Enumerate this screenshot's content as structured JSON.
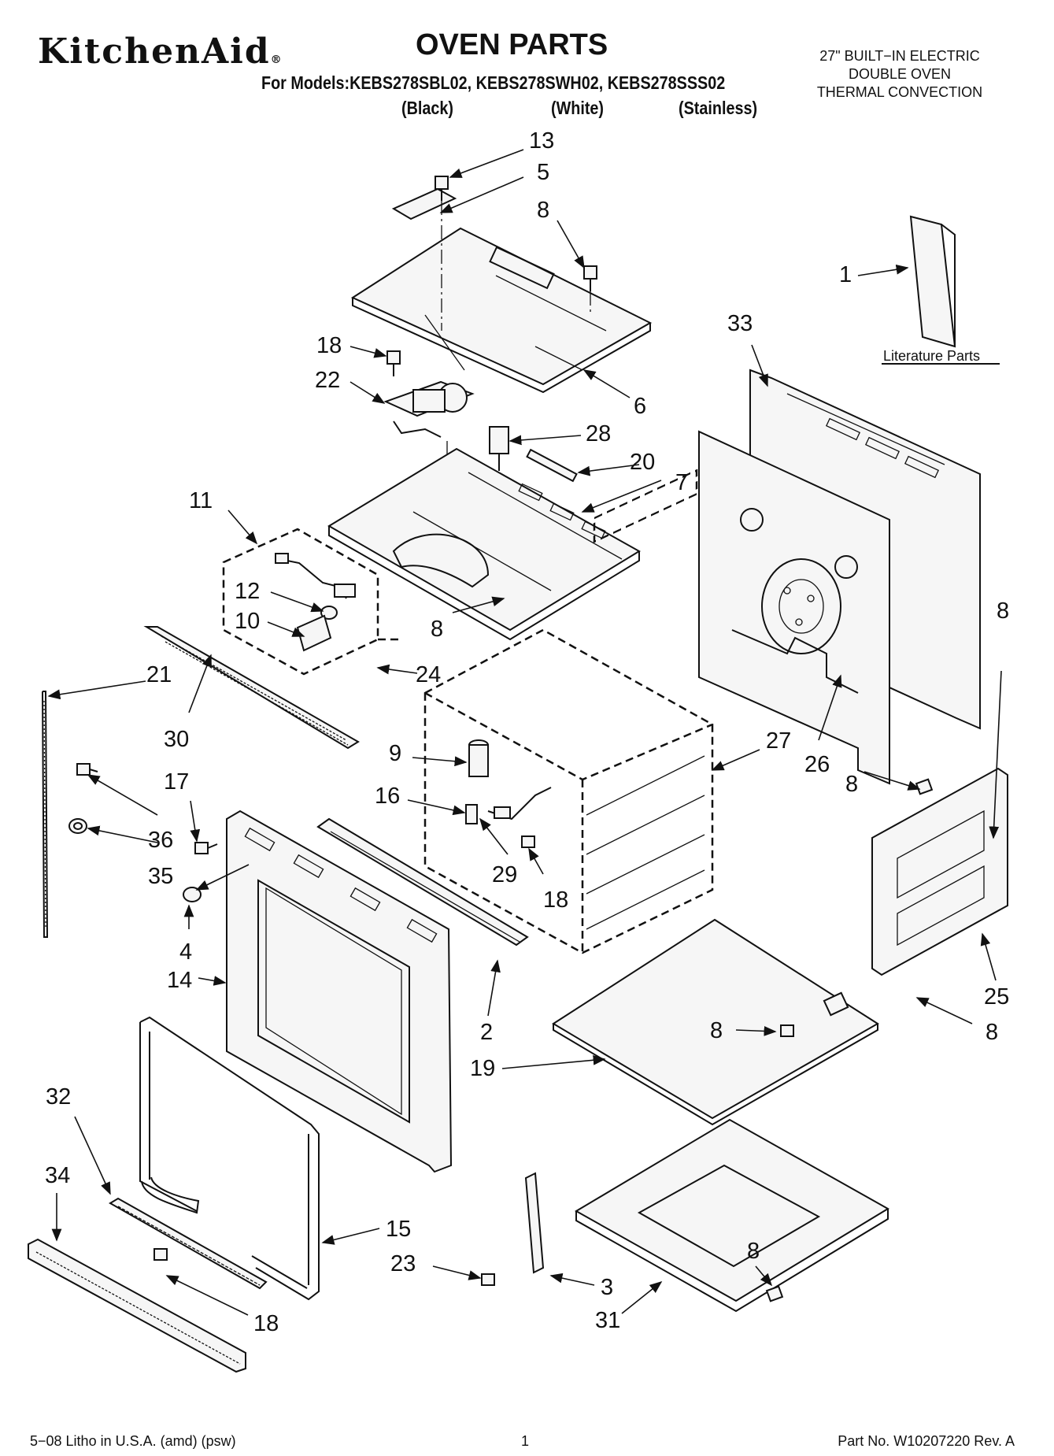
{
  "header": {
    "brand": "KitchenAid",
    "brand_mark": "®",
    "title": "OVEN PARTS",
    "models_line": "For Models:KEBS278SBL02, KEBS278SWH02, KEBS278SSS02",
    "variants": [
      "(Black)",
      "(White)",
      "(Stainless)"
    ],
    "description": [
      "27\" BUILT−IN ELECTRIC",
      "DOUBLE OVEN",
      "THERMAL CONVECTION"
    ]
  },
  "literature_label": "Literature Parts",
  "callouts": [
    {
      "id": "c13",
      "text": "13"
    },
    {
      "id": "c5",
      "text": "5"
    },
    {
      "id": "c8a",
      "text": "8"
    },
    {
      "id": "c1",
      "text": "1"
    },
    {
      "id": "c33",
      "text": "33"
    },
    {
      "id": "c18a",
      "text": "18"
    },
    {
      "id": "c22",
      "text": "22"
    },
    {
      "id": "c6",
      "text": "6"
    },
    {
      "id": "c28",
      "text": "28"
    },
    {
      "id": "c20",
      "text": "20"
    },
    {
      "id": "c7",
      "text": "7"
    },
    {
      "id": "c11",
      "text": "11"
    },
    {
      "id": "c12",
      "text": "12"
    },
    {
      "id": "c10",
      "text": "10"
    },
    {
      "id": "c8b",
      "text": "8"
    },
    {
      "id": "c24",
      "text": "24"
    },
    {
      "id": "c8c",
      "text": "8"
    },
    {
      "id": "c21",
      "text": "21"
    },
    {
      "id": "c30",
      "text": "30"
    },
    {
      "id": "c9",
      "text": "9"
    },
    {
      "id": "c27",
      "text": "27"
    },
    {
      "id": "c26",
      "text": "26"
    },
    {
      "id": "c8d",
      "text": "8"
    },
    {
      "id": "c17",
      "text": "17"
    },
    {
      "id": "c16",
      "text": "16"
    },
    {
      "id": "c36",
      "text": "36"
    },
    {
      "id": "c35",
      "text": "35"
    },
    {
      "id": "c29",
      "text": "29"
    },
    {
      "id": "c18b",
      "text": "18"
    },
    {
      "id": "c4",
      "text": "4"
    },
    {
      "id": "c14",
      "text": "14"
    },
    {
      "id": "c2",
      "text": "2"
    },
    {
      "id": "c25",
      "text": "25"
    },
    {
      "id": "c8e",
      "text": "8"
    },
    {
      "id": "c8f",
      "text": "8"
    },
    {
      "id": "c19",
      "text": "19"
    },
    {
      "id": "c32",
      "text": "32"
    },
    {
      "id": "c34",
      "text": "34"
    },
    {
      "id": "c15",
      "text": "15"
    },
    {
      "id": "c23",
      "text": "23"
    },
    {
      "id": "c8g",
      "text": "8"
    },
    {
      "id": "c3",
      "text": "3"
    },
    {
      "id": "c31",
      "text": "31"
    },
    {
      "id": "c18c",
      "text": "18"
    }
  ],
  "footer": {
    "litho": "5−08 Litho in U.S.A. (amd) (psw)",
    "page_number": "1",
    "part_no": "Part No. W10207220 Rev. A"
  }
}
